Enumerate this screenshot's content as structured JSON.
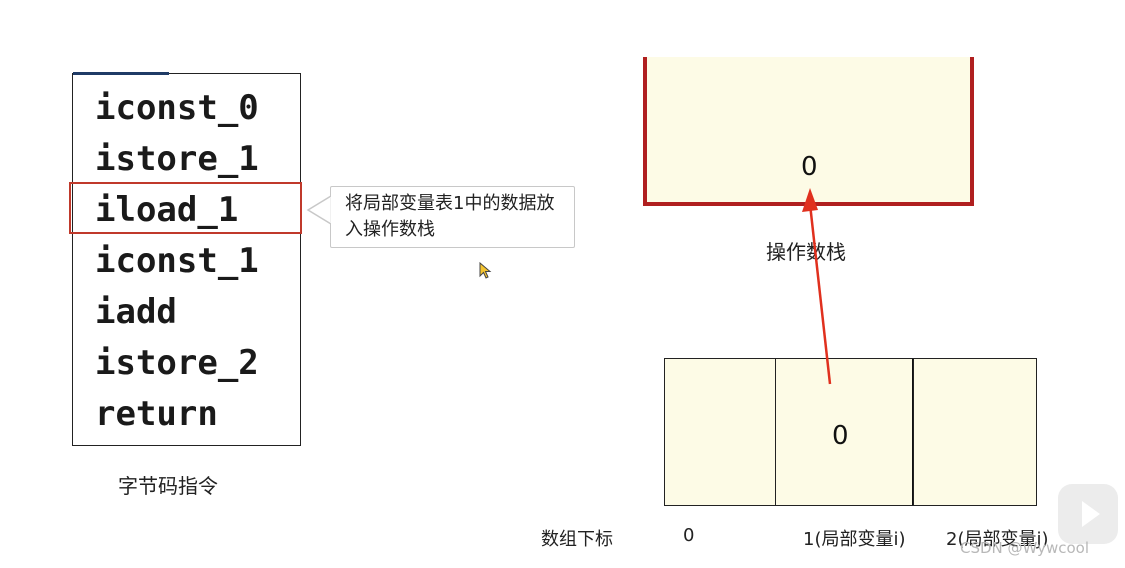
{
  "bytecode": {
    "instructions": [
      "iconst_0",
      "istore_1",
      "iload_1",
      "iconst_1",
      "iadd",
      "istore_2",
      "return"
    ],
    "highlighted_index": 2,
    "caption": "字节码指令"
  },
  "callout": {
    "text": "将局部变量表1中的数据放入操作数栈"
  },
  "operand_stack": {
    "value": "0",
    "caption": "操作数栈",
    "border_color": "#b01f1f",
    "fill_color": "#fdfbe6"
  },
  "local_variables": {
    "index_caption": "数组下标",
    "cells": [
      {
        "index_label": "0",
        "value": ""
      },
      {
        "index_label": "1(局部变量i)",
        "value": "0"
      },
      {
        "index_label": "2(局部变量j)",
        "value": ""
      }
    ]
  },
  "arrow": {
    "color": "#e0301e"
  },
  "watermark": {
    "text": "CSDN @Wywcool",
    "icon": "play-icon"
  },
  "cursor": {
    "icon": "cursor-icon"
  }
}
